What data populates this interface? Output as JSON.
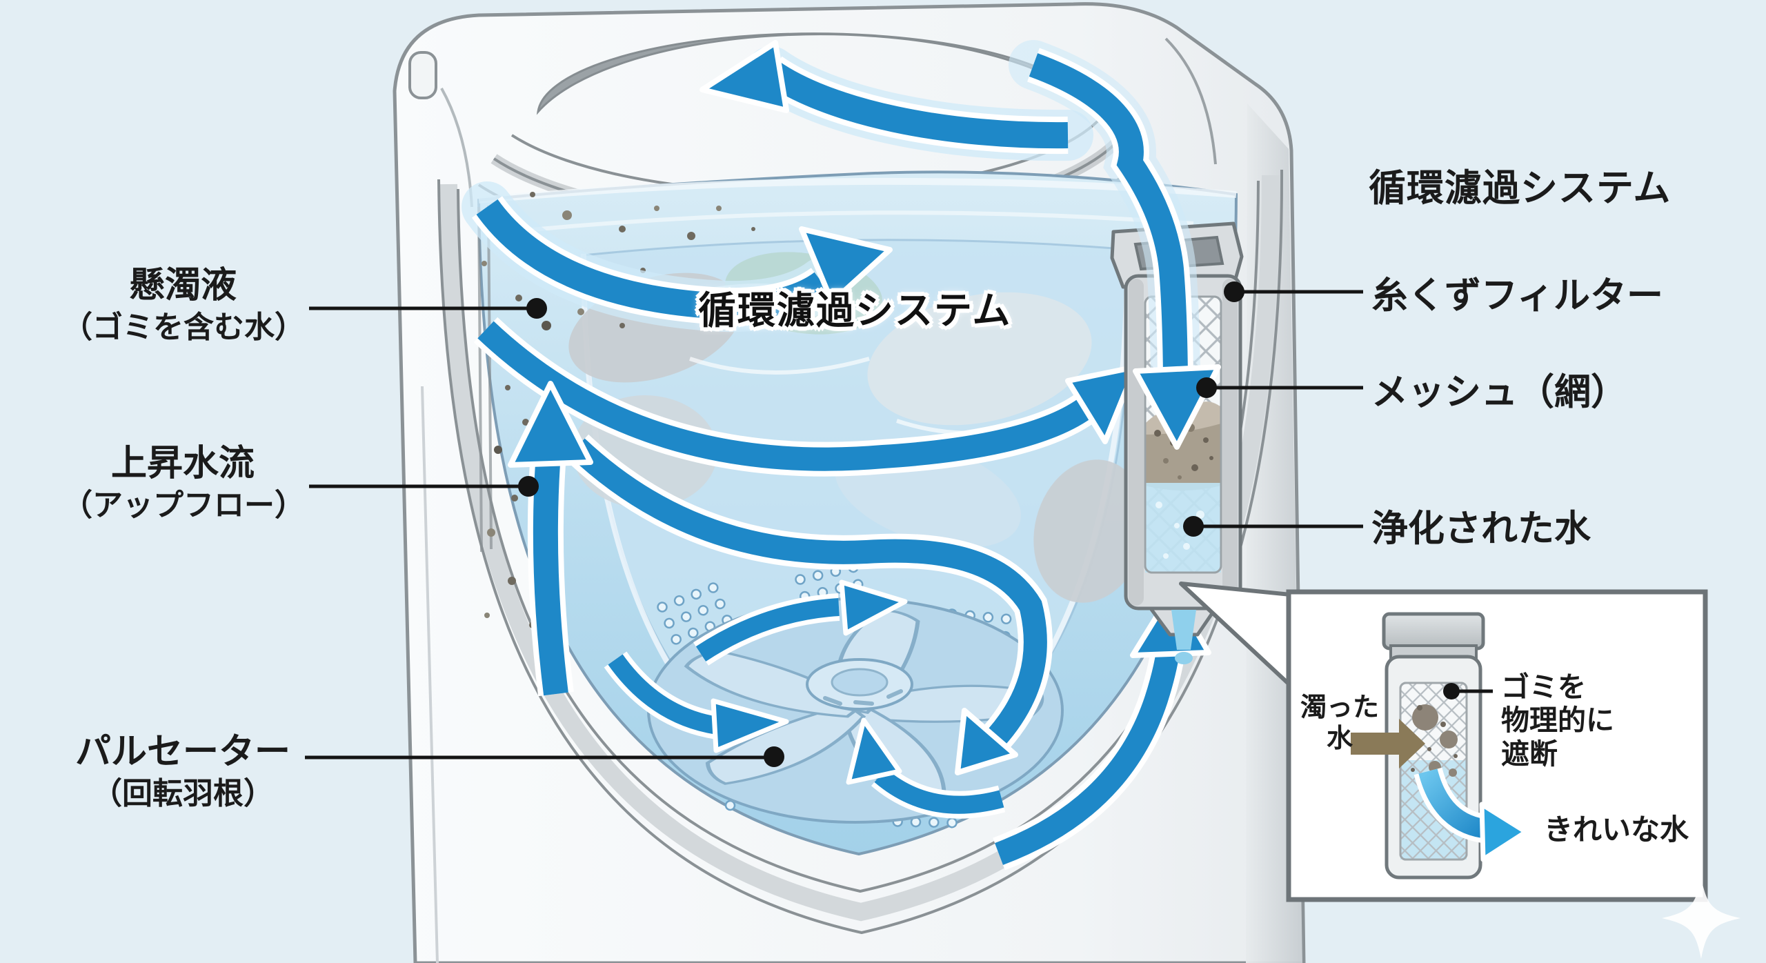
{
  "meta": {
    "description_of_view": "Cutaway diagram of a top-loading washing machine circulation filtration system",
    "background_color": "#e3eef4",
    "colors": {
      "arrow_blue": "#1e88c8",
      "arrow_glow": "#cfeaf8",
      "murky_arrow_brown": "#8a7a58",
      "callout_black": "#141414",
      "water_light": "#d8ecf6",
      "water_deep": "#a3d1e9",
      "machine_gray_outline": "#8b9296",
      "text_color": "#1b1b1b"
    }
  },
  "diagram": {
    "center_overlay_label": "循環濾過システム",
    "left_labels": [
      {
        "title": "懸濁液",
        "subtitle": "（ゴミを含む水）"
      },
      {
        "title": "上昇水流",
        "subtitle": "（アップフロー）"
      },
      {
        "title": "パルセーター",
        "subtitle": "（回転羽根）"
      }
    ],
    "right_section": {
      "title": "循環濾過システム",
      "labels": [
        "糸くずフィルター",
        "メッシュ（網）",
        "浄化された水"
      ]
    },
    "inset": {
      "murky_water": "濁った\n水",
      "debris_block": "ゴミを\n物理的に\n遮断",
      "clean_water": "きれいな水"
    }
  }
}
